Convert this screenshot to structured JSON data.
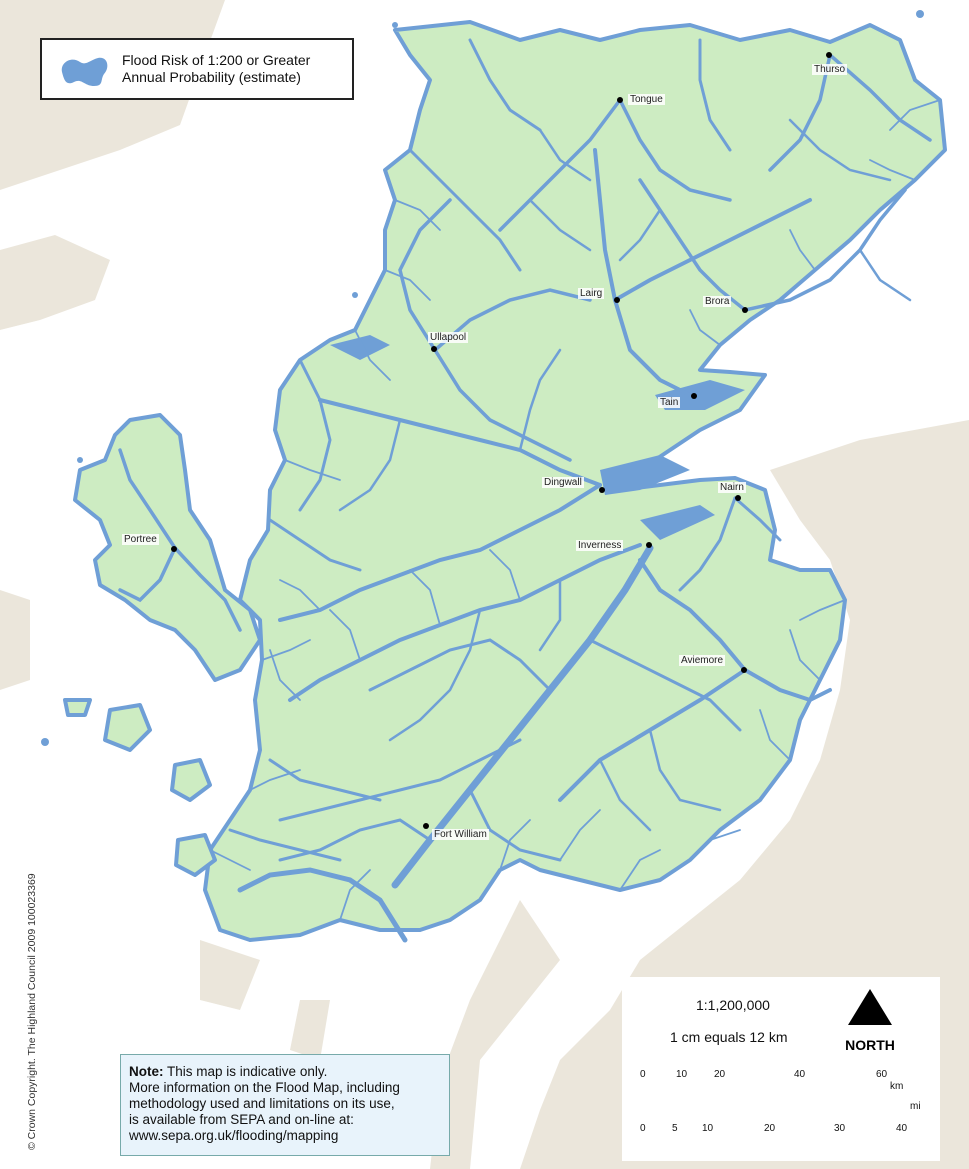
{
  "legend": {
    "line1": "Flood Risk of 1:200 or Greater",
    "line2": "Annual Probability (estimate)",
    "color": "#6f9fd6"
  },
  "copyright": "© Crown Copyright. The Highland Council 2009 100023369",
  "note": {
    "bold": "Note:",
    "text1": "This map is indicative only.",
    "line2": "More information on the Flood Map, including",
    "line3": "methodology used and limitations on its use,",
    "line4": "is available from SEPA and on-line at:",
    "line5": "www.sepa.org.uk/flooding/mapping"
  },
  "scale": {
    "ratio": "1:1,200,000",
    "equivalence": "1 cm equals 12 km",
    "north": "NORTH",
    "km_unit": "km",
    "mi_unit": "mi",
    "km_ticks": [
      "0",
      "10",
      "20",
      "40",
      "60"
    ],
    "mi_ticks": [
      "0",
      "5",
      "10",
      "20",
      "30",
      "40"
    ]
  },
  "colors": {
    "land": "#cdecc2",
    "river": "#6f9fd6",
    "surround": "#ebe6db",
    "sea": "#ffffff"
  },
  "places": [
    {
      "name": "Thurso"
    },
    {
      "name": "Tongue"
    },
    {
      "name": "Lairg"
    },
    {
      "name": "Brora"
    },
    {
      "name": "Ullapool"
    },
    {
      "name": "Tain"
    },
    {
      "name": "Dingwall"
    },
    {
      "name": "Nairn"
    },
    {
      "name": "Inverness"
    },
    {
      "name": "Portree"
    },
    {
      "name": "Aviemore"
    },
    {
      "name": "Fort William"
    }
  ]
}
